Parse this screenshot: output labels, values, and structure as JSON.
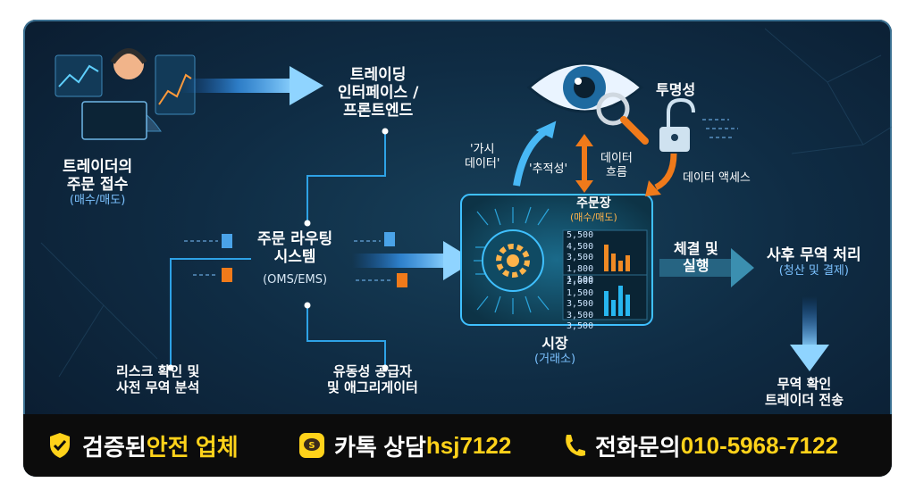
{
  "trader": {
    "title_l1": "트레이더의",
    "title_l2": "주문 접수",
    "sub": "(매수/매도)"
  },
  "frontend": {
    "l1": "트레이딩",
    "l2": "인터페이스 /",
    "l3": "프론트엔드"
  },
  "routing": {
    "l1": "주문 라우팅",
    "l2": "시스템",
    "sub": "(OMS/EMS)"
  },
  "risk": {
    "l1": "리스크 확인 및",
    "l2": "사전 무역 분석"
  },
  "liquidity": {
    "l1": "유동성 공급자",
    "l2": "및 애그리게이터"
  },
  "visibility": {
    "l1": "'가시",
    "l2": "데이터'"
  },
  "traceability": "'추적성'",
  "dataflow": {
    "l1": "데이터",
    "l2": "흐름"
  },
  "transparency": "투명성",
  "dataaccess": "데이터 액세스",
  "orderbook": {
    "title": "주문장",
    "sub": "(매수/매도)",
    "asks": [
      "5,500",
      "4,500",
      "3,500",
      "1,800",
      "1,500"
    ],
    "bids": [
      "2,000",
      "1,500",
      "3,500",
      "3,500",
      "3,500"
    ]
  },
  "market": {
    "title": "시장",
    "sub": "(거래소)"
  },
  "execution": {
    "l1": "체결 및",
    "l2": "실행"
  },
  "posttrade": {
    "title": "사후 무역 처리",
    "sub": "(청산 및 결제)"
  },
  "confirm": {
    "l1": "무역 확인",
    "l2": "트레이더 전송"
  },
  "footer": {
    "verified_a": "검증된 ",
    "verified_b": "안전 업체",
    "kakao_a": "카톡 상담 ",
    "kakao_b": "hsj7122",
    "phone_a": "전화문의 ",
    "phone_b": "010-5968-7122"
  },
  "colors": {
    "accent": "#2d8cff",
    "footer_highlight": "#ffd21a",
    "orange": "#f07a1a"
  }
}
